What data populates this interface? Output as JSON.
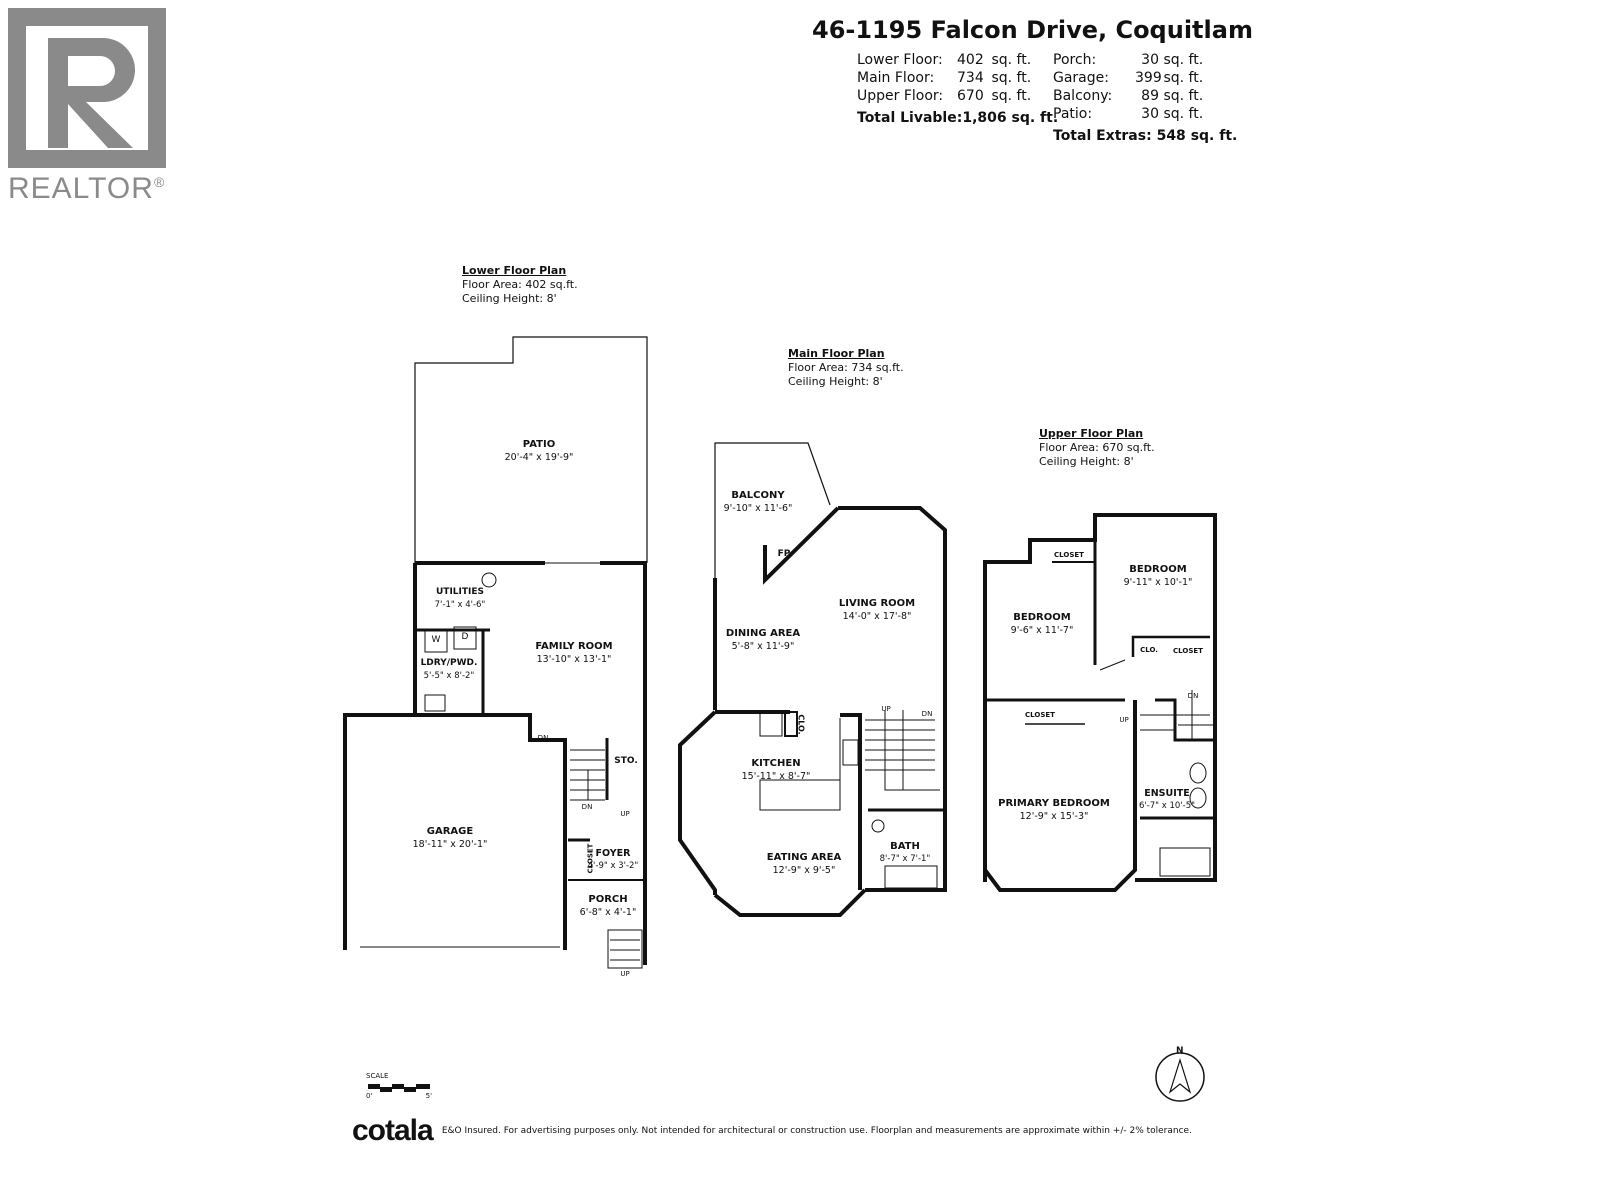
{
  "logo": {
    "text": "REALTOR",
    "mark": "®"
  },
  "header": {
    "title": "46-1195 Falcon Drive, Coquitlam",
    "livable": [
      {
        "label": "Lower Floor:",
        "value": "402",
        "unit": "sq. ft."
      },
      {
        "label": "Main Floor:",
        "value": "734",
        "unit": "sq. ft."
      },
      {
        "label": "Upper Floor:",
        "value": "670",
        "unit": "sq. ft."
      }
    ],
    "total_livable": {
      "label": "Total Livable:",
      "value": "1,806",
      "unit": "sq. ft."
    },
    "extras": [
      {
        "label": "Porch:",
        "value": "30",
        "unit": "sq. ft."
      },
      {
        "label": "Garage:",
        "value": "399",
        "unit": "sq. ft."
      },
      {
        "label": "Balcony:",
        "value": "89",
        "unit": "sq. ft."
      },
      {
        "label": "Patio:",
        "value": "30",
        "unit": "sq. ft."
      }
    ],
    "total_extras": {
      "label": "Total Extras:",
      "value": "548",
      "unit": "sq. ft."
    }
  },
  "plans": {
    "lower": {
      "title": "Lower Floor Plan",
      "area": "Floor Area: 402 sq.ft.",
      "ceiling": "Ceiling Height: 8'"
    },
    "main": {
      "title": "Main Floor Plan",
      "area": "Floor Area: 734 sq.ft.",
      "ceiling": "Ceiling Height: 8'"
    },
    "upper": {
      "title": "Upper Floor Plan",
      "area": "Floor Area: 670 sq.ft.",
      "ceiling": "Ceiling Height: 8'"
    }
  },
  "rooms": {
    "patio": {
      "name": "PATIO",
      "dim": "20'-4\" x 19'-9\""
    },
    "utilities": {
      "name": "UTILITIES",
      "dim": "7'-1\" x 4'-6\""
    },
    "family": {
      "name": "FAMILY ROOM",
      "dim": "13'-10\" x 13'-1\""
    },
    "ldry": {
      "name": "LDRY/PWD.",
      "dim": "5'-5\" x 8'-2\""
    },
    "garage": {
      "name": "GARAGE",
      "dim": "18'-11\" x 20'-1\""
    },
    "sto": {
      "name": "STO."
    },
    "foyer": {
      "name": "FOYER",
      "dim": "4'-9\" x 3'-2\""
    },
    "porch": {
      "name": "PORCH",
      "dim": "6'-8\" x 4'-1\""
    },
    "lower_closet": {
      "name": "CLOSET"
    },
    "balcony": {
      "name": "BALCONY",
      "dim": "9'-10\" x 11'-6\""
    },
    "fp": {
      "name": "FP"
    },
    "living": {
      "name": "LIVING ROOM",
      "dim": "14'-0\" x 17'-8\""
    },
    "dining": {
      "name": "DINING AREA",
      "dim": "5'-8\" x 11'-9\""
    },
    "kitchen": {
      "name": "KITCHEN",
      "dim": "15'-11\" x 8'-7\""
    },
    "main_clo": {
      "name": "CLO."
    },
    "eating": {
      "name": "EATING AREA",
      "dim": "12'-9\" x 9'-5\""
    },
    "bath": {
      "name": "BATH",
      "dim": "8'-7\" x 7'-1\""
    },
    "bedroom1": {
      "name": "BEDROOM",
      "dim": "9'-6\" x 11'-7\""
    },
    "bedroom2": {
      "name": "BEDROOM",
      "dim": "9'-11\" x 10'-1\""
    },
    "closet_a": {
      "name": "CLOSET"
    },
    "closet_b": {
      "name": "CLOSET"
    },
    "closet_c": {
      "name": "CLOSET"
    },
    "upper_clo": {
      "name": "CLO."
    },
    "primary": {
      "name": "PRIMARY BEDROOM",
      "dim": "12'-9\" x 15'-3\""
    },
    "ensuite": {
      "name": "ENSUITE",
      "dim": "6'-7\" x 10'-5\""
    }
  },
  "stairs": {
    "up": "UP",
    "dn": "DN",
    "w": "W",
    "d": "D"
  },
  "scale": {
    "label": "SCALE",
    "start": "0'",
    "end": "5'"
  },
  "compass": {
    "label": "N"
  },
  "footer": {
    "brand": "cotala",
    "disclaimer": "E&O Insured. For advertising purposes only. Not intended for architectural or construction use. Floorplan and measurements are approximate within +/- 2% tolerance."
  }
}
